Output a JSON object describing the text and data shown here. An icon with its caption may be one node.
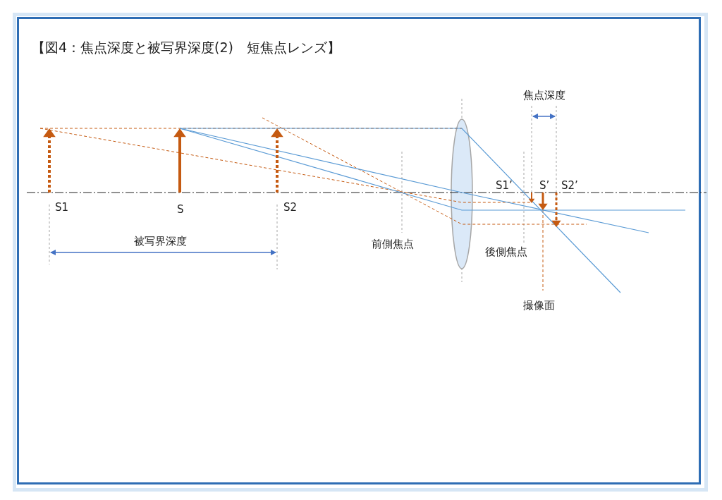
{
  "diagram": {
    "title": "【図4：焦点深度と被写界深度(2)　短焦点レンズ】",
    "labels": [
      "焦点深度",
      "S1’",
      "S’",
      "S2’",
      "S1",
      "S",
      "S2",
      "被写界深度",
      "前側焦点",
      "後側焦点",
      "撮像面"
    ]
  }
}
